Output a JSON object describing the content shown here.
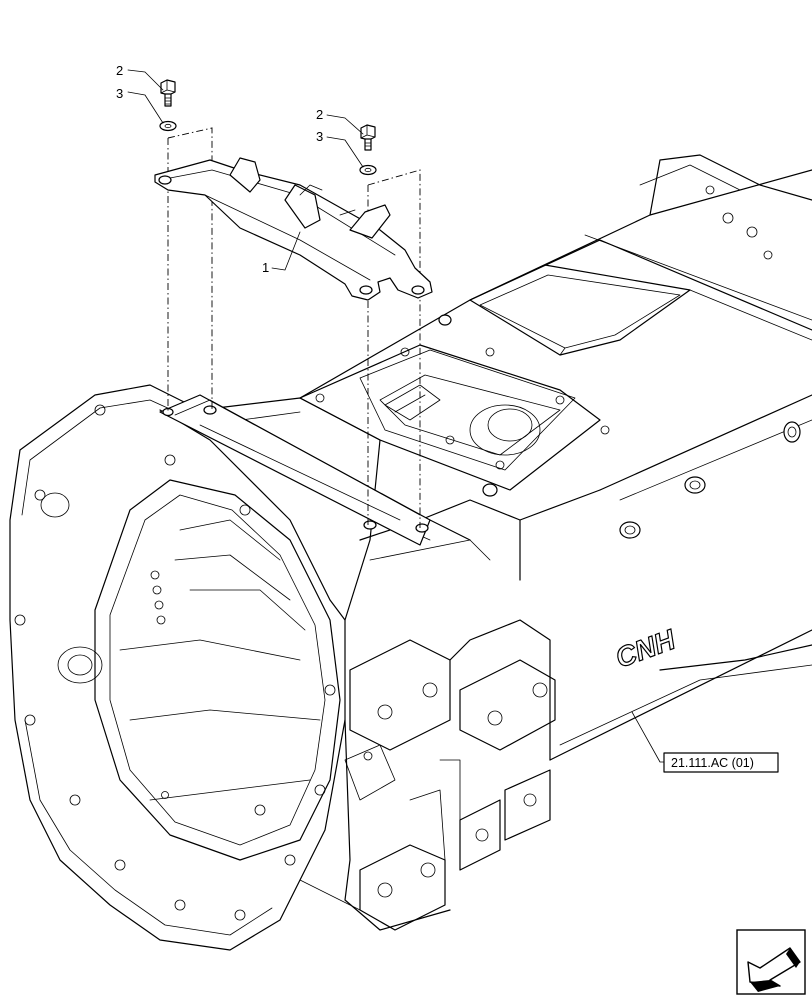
{
  "callouts": [
    {
      "id": "c1",
      "label": "1"
    },
    {
      "id": "c2a",
      "label": "2"
    },
    {
      "id": "c3a",
      "label": "3"
    },
    {
      "id": "c2b",
      "label": "2"
    },
    {
      "id": "c3b",
      "label": "3"
    }
  ],
  "reference": {
    "label": "21.111.AC (01)"
  },
  "casting_mark": {
    "text": "CNH"
  },
  "icons": {
    "view_direction": "view-direction-arrow-icon"
  }
}
